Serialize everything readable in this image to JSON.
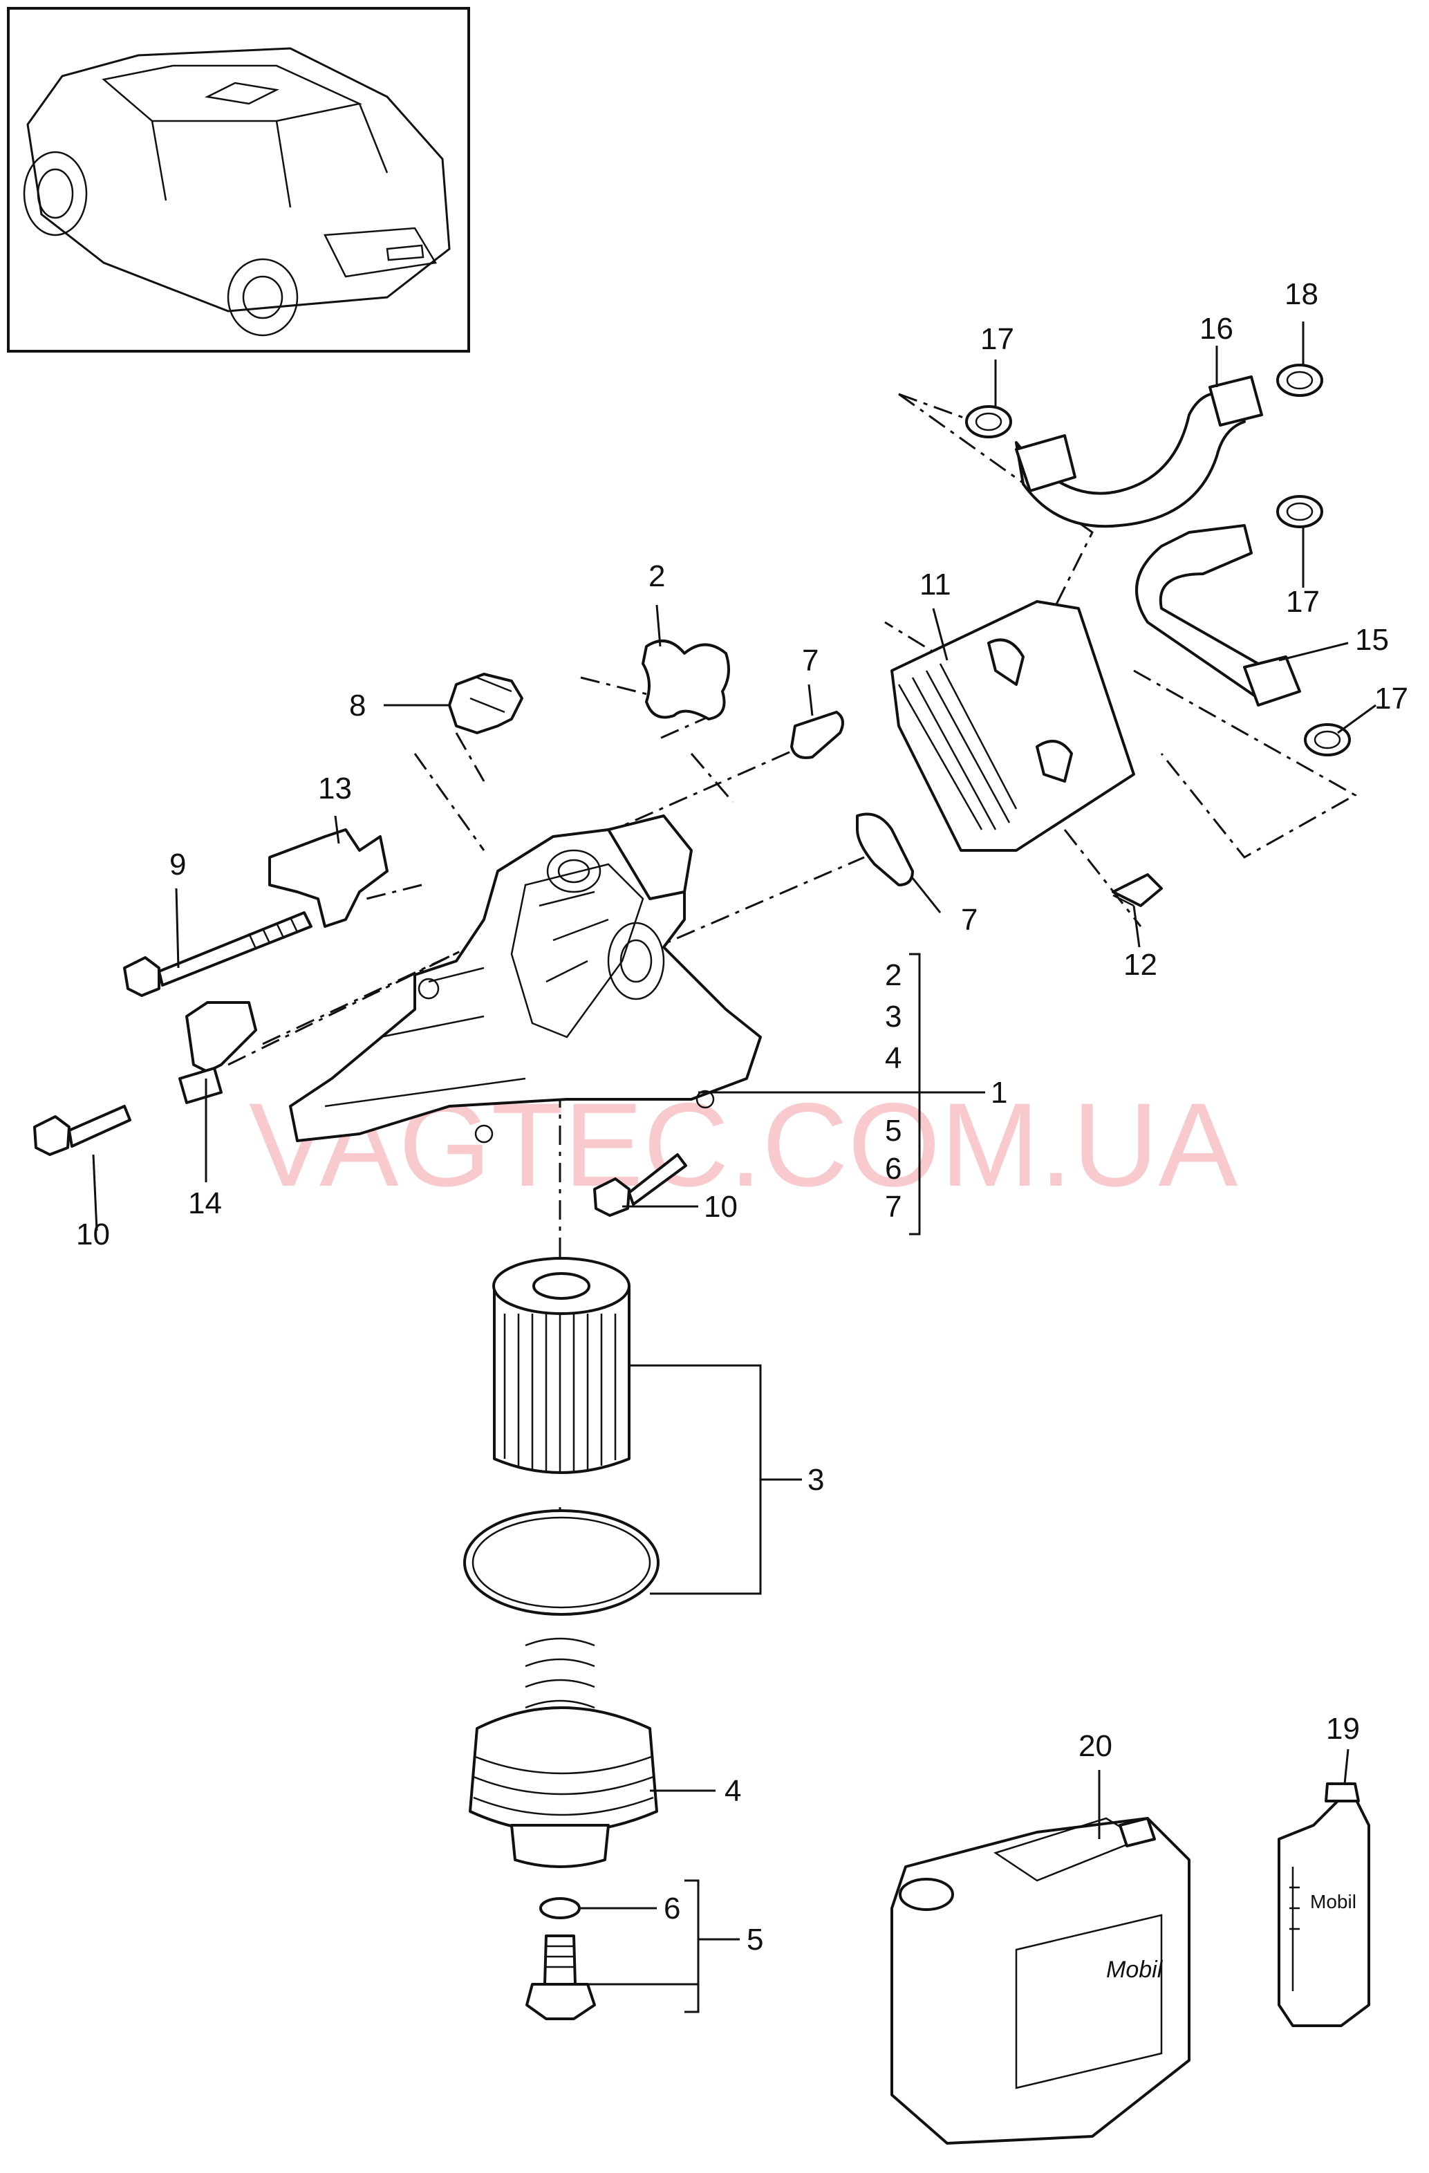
{
  "watermark": "VAGTEC.COM.UA",
  "callouts": {
    "c1": "1",
    "c2": "2",
    "c3": "3",
    "c4": "4",
    "c5": "5",
    "c6": "6",
    "c7": "7",
    "c8": "8",
    "c9": "9",
    "c10": "10",
    "c11": "11",
    "c12": "12",
    "c13": "13",
    "c14": "14",
    "c15": "15",
    "c16": "16",
    "c17": "17",
    "c18": "18",
    "c19": "19",
    "c20": "20"
  },
  "group_labels": {
    "g1": [
      "2",
      "3",
      "4",
      "5",
      "6",
      "7"
    ]
  },
  "brand_labels": {
    "canister": "Mobil",
    "bottle": "Mobil"
  }
}
